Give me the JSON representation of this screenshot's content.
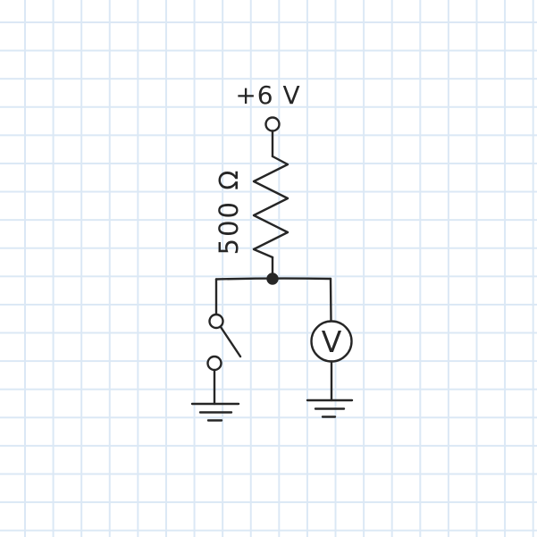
{
  "figure": {
    "kind": "circuit-schematic",
    "style": "hand-drawn sketch on graph paper",
    "labels": {
      "supply": "+6 V",
      "resistor": "500 Ω",
      "meter": "V"
    },
    "components": [
      {
        "name": "supply-terminal",
        "type": "open-terminal",
        "label": "+6 V",
        "position": "top"
      },
      {
        "name": "resistor",
        "type": "resistor-zigzag",
        "value": "500 Ω",
        "orientation": "vertical"
      },
      {
        "name": "junction",
        "type": "node-dot"
      },
      {
        "name": "switch",
        "type": "spst-switch",
        "state": "open",
        "branch": "left"
      },
      {
        "name": "voltmeter",
        "type": "meter",
        "label": "V",
        "branch": "right"
      },
      {
        "name": "ground-left",
        "type": "earth-ground",
        "bars": 3
      },
      {
        "name": "ground-right",
        "type": "earth-ground",
        "bars": 3
      }
    ],
    "colors": {
      "ink": "#262626",
      "grid": "#dbe8f5",
      "paper": "#ffffff"
    }
  }
}
